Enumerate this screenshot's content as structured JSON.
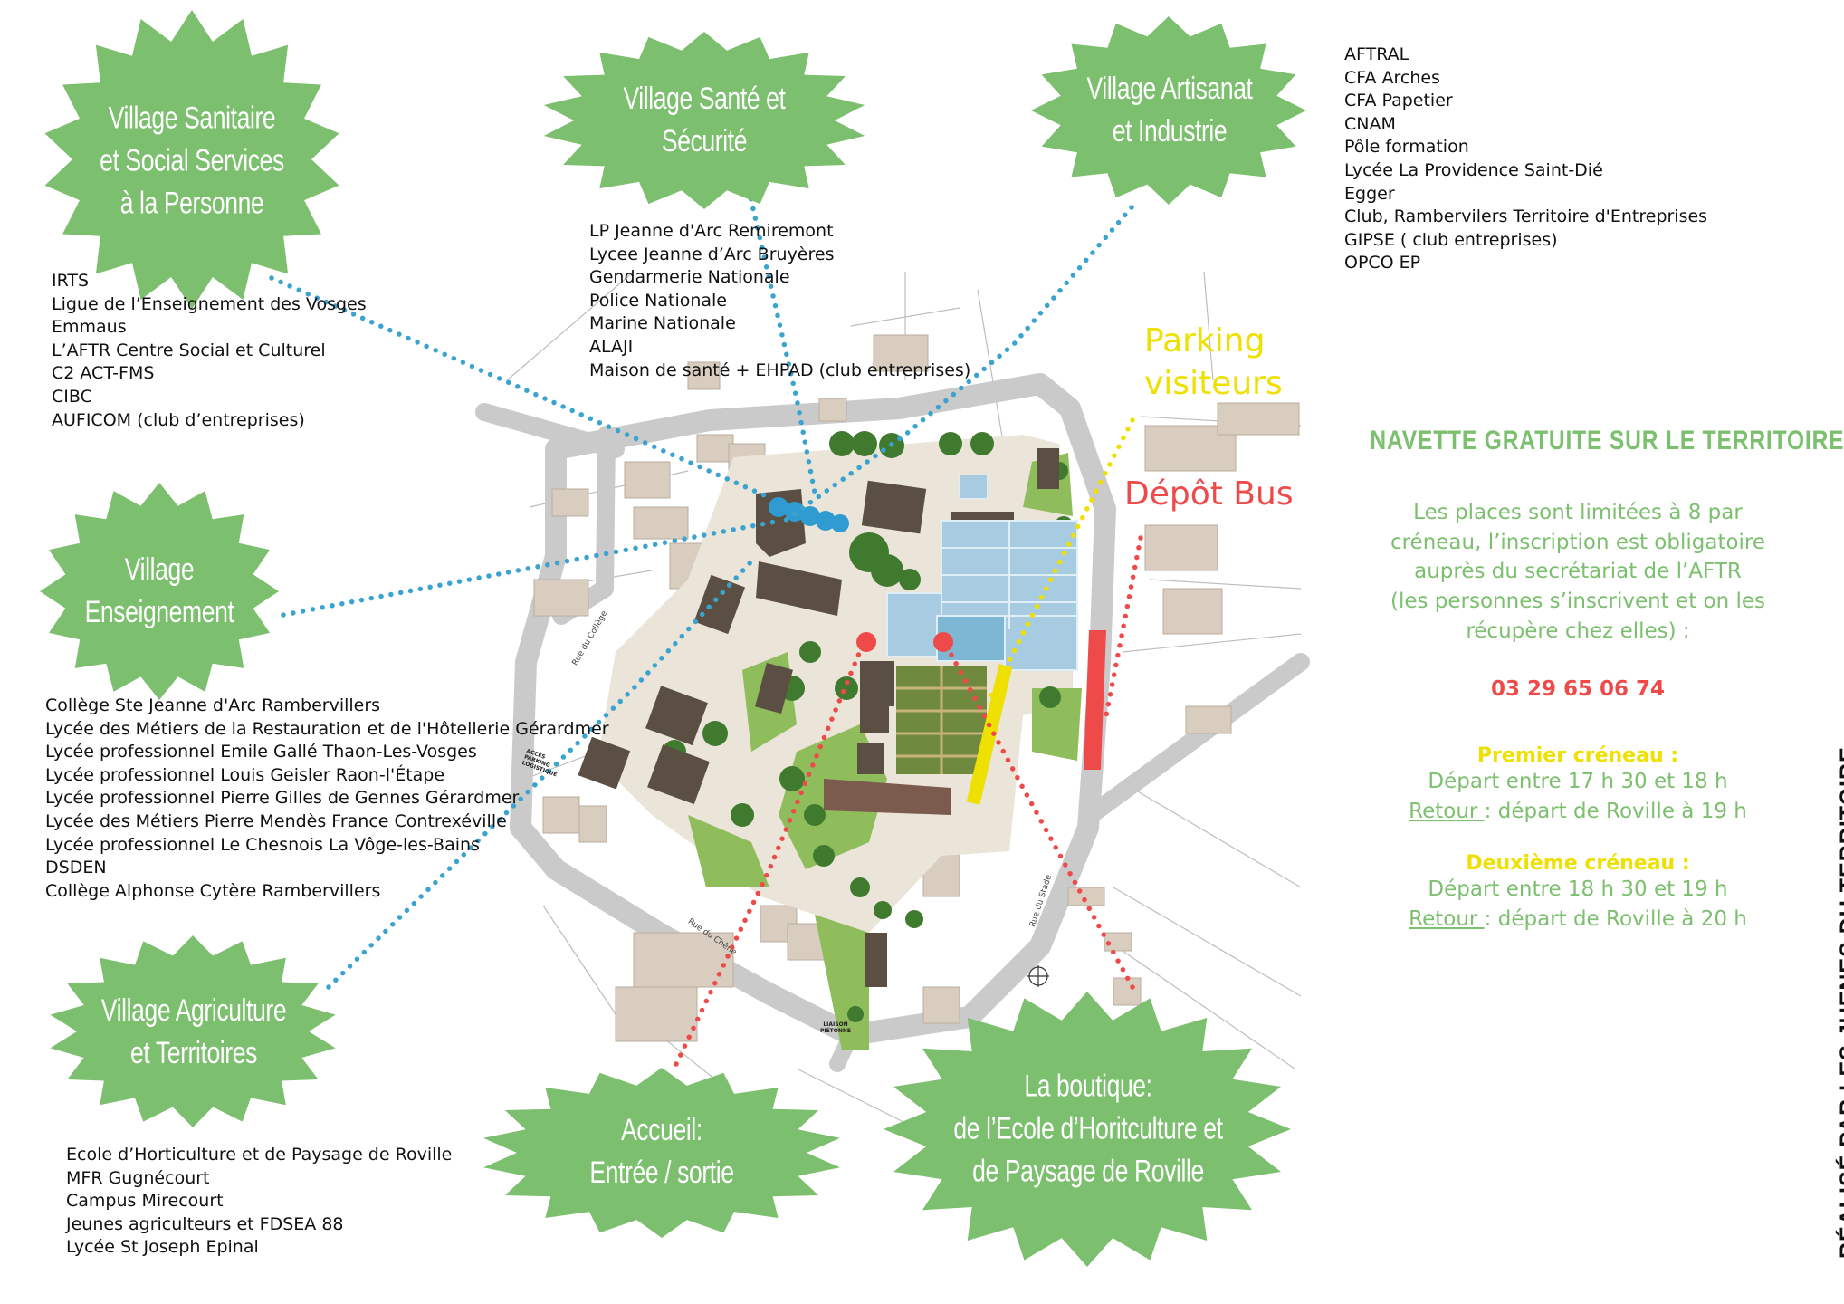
{
  "colors": {
    "burst_green": "#7cbf6e",
    "connector_blue": "#3aa3cf",
    "route_red": "#ee4a4a",
    "parking_yellow": "#eee000",
    "building_dark": "#5b4e43",
    "greenhouse": "#9fc6de"
  },
  "villages": [
    {
      "id": "sanitaire",
      "title_lines": [
        "Village Sanitaire",
        "et Social Services",
        "à la Personne"
      ],
      "members": [
        "IRTS",
        "Ligue de l’Enseignement des Vosges",
        "Emmaus",
        "L’AFTR Centre Social et Culturel",
        "C2 ACT-FMS",
        "CIBC",
        "AUFICOM (club d’entreprises)"
      ]
    },
    {
      "id": "sante",
      "title_lines": [
        "Village Santé et",
        "Sécurité"
      ],
      "members": [
        "LP Jeanne d'Arc Remiremont",
        "Lycee Jeanne d’Arc Bruyères",
        "Gendarmerie Nationale",
        "Police Nationale",
        "Marine Nationale",
        "ALAJI",
        "Maison de santé + EHPAD (club entreprises)"
      ]
    },
    {
      "id": "artisanat",
      "title_lines": [
        "Village Artisanat",
        "et Industrie"
      ],
      "members": [
        "AFTRAL",
        "CFA Arches",
        "CFA Papetier",
        "CNAM",
        "Pôle formation",
        "Lycée La Providence Saint-Dié",
        "Egger",
        "Club, Rambervilers Territoire d'Entreprises",
        "GIPSE ( club entreprises)",
        "OPCO EP"
      ]
    },
    {
      "id": "enseignement",
      "title_lines": [
        "Village",
        "Enseignement"
      ],
      "members": [
        "Collège Ste Jeanne d'Arc Rambervillers",
        "Lycée des Métiers de la Restauration et de l'Hôtellerie Gérardmer",
        "Lycée professionnel Emile Gallé Thaon-Les-Vosges",
        "Lycée professionnel Louis Geisler Raon-l'Étape",
        "Lycée professionnel Pierre Gilles de Gennes Gérardmer",
        "Lycée des Métiers Pierre Mendès France Contrexéville",
        "Lycée professionnel Le Chesnois La Vôge-les-Bains",
        "DSDEN",
        "Collège Alphonse Cytère Rambervillers"
      ]
    },
    {
      "id": "agriculture",
      "title_lines": [
        "Village Agriculture",
        "et Territoires"
      ],
      "members": [
        "Ecole d’Horticulture et de Paysage de Roville",
        "MFR Gugnécourt",
        "Campus Mirecourt",
        "Jeunes agriculteurs et FDSEA 88",
        "Lycée St Joseph Epinal"
      ]
    }
  ],
  "points": {
    "accueil": [
      "Accueil:",
      "Entrée / sortie"
    ],
    "boutique": [
      "La boutique:",
      "de l’Ecole d’Horitculture et",
      "de Paysage de Roville"
    ]
  },
  "map": {
    "parking_label": [
      "Parking",
      "visiteurs"
    ],
    "bus_label": "Dépôt Bus",
    "streets": {
      "college": "Rue du Collège",
      "chene": "Rue du Chêne",
      "stade": "Rue du Stade"
    },
    "access_logistique": "ACCÈS PARKING LOGISTIQUE",
    "liaison_pietonne": "LIAISON PIÉTONNE"
  },
  "navette": {
    "title": "NAVETTE GRATUITE SUR LE TERRITOIRE",
    "description_lines": [
      "Les places sont limitées à 8 par",
      "créneau, l’inscription est obligatoire",
      "auprès du secrétariat de l’AFTR",
      "(les personnes s’inscrivent et on les",
      "récupère chez elles) :"
    ],
    "phone": "03 29 65 06 74",
    "slot1": {
      "title": "Premier créneau :",
      "depart": "Départ entre 17 h 30 et 18 h",
      "retour_label": "Retour ",
      "retour": ": départ de Roville à 19 h"
    },
    "slot2": {
      "title": "Deuxième créneau :",
      "depart": "Départ entre 18 h 30 et 19 h",
      "retour_label": "Retour ",
      "retour": ": départ de Roville à 20 h"
    }
  },
  "credit": "RÉALISÉ PAR LES JUENES DU TERRITOIRE"
}
